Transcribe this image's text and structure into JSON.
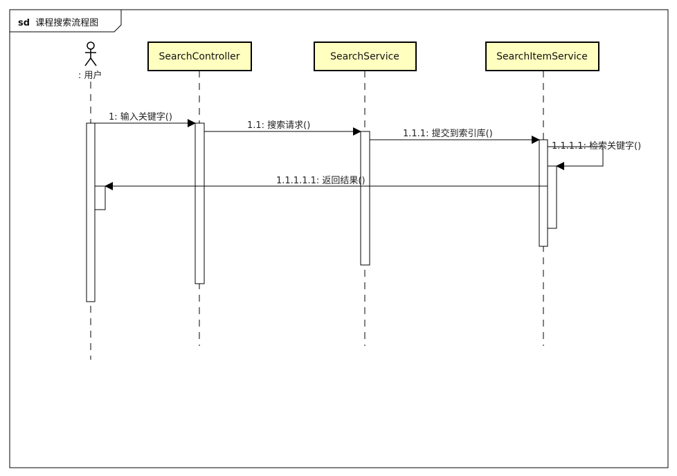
{
  "frame": {
    "keyword": "sd",
    "name": "课程搜索流程图"
  },
  "actor": {
    "label": ": 用户"
  },
  "lifelines": [
    {
      "name": "SearchController"
    },
    {
      "name": "SearchService"
    },
    {
      "name": "SearchItemService"
    }
  ],
  "messages": [
    {
      "label": "1: 输入关键字()"
    },
    {
      "label": "1.1: 搜索请求()"
    },
    {
      "label": "1.1.1: 提交到索引库()"
    },
    {
      "label": "1.1.1.1: 检索关键字()"
    },
    {
      "label": "1.1.1.1.1: 返回结果()"
    }
  ],
  "colors": {
    "box_fill": "#ffffc0",
    "line": "#000000"
  }
}
